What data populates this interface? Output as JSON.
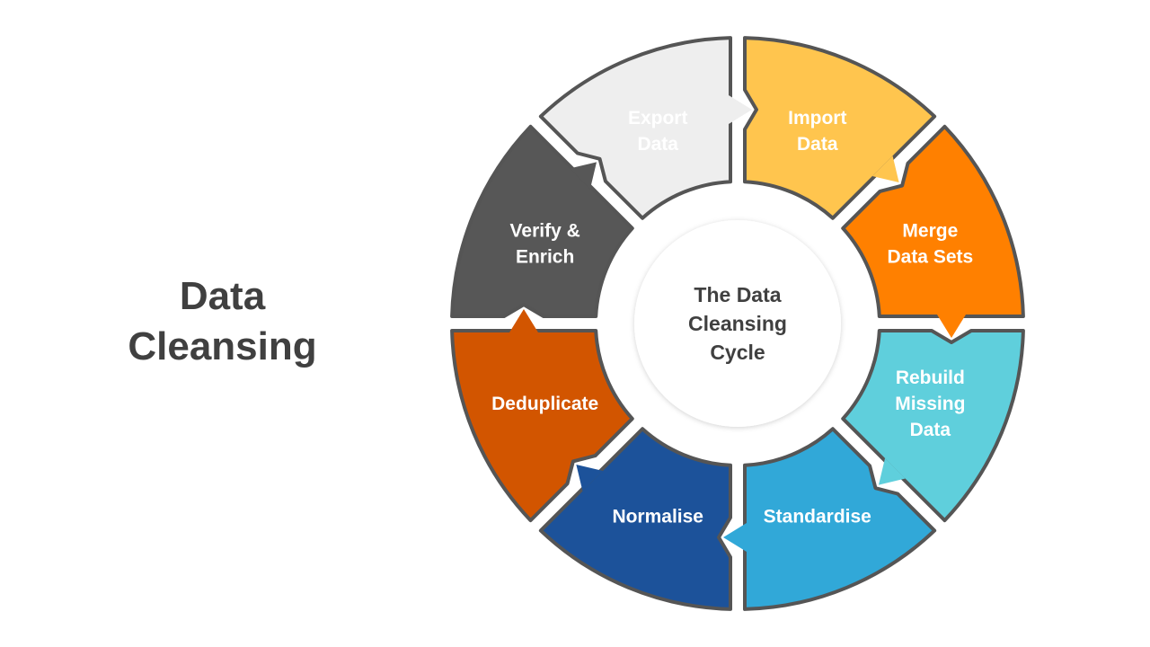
{
  "title": {
    "line1": "Data",
    "line2": "Cleansing"
  },
  "center": {
    "lines": [
      "The Data",
      "Cleansing",
      "Cycle"
    ]
  },
  "steps": [
    {
      "lines": [
        "Import",
        "Data"
      ],
      "fill": "#FFC54E",
      "text_color": "#FFFFFF"
    },
    {
      "lines": [
        "Merge",
        "Data Sets"
      ],
      "fill": "#FF8000",
      "text_color": "#FFFFFF"
    },
    {
      "lines": [
        "Rebuild",
        "Missing",
        "Data"
      ],
      "fill": "#5FCFDC",
      "text_color": "#FFFFFF"
    },
    {
      "lines": [
        "Standardise"
      ],
      "fill": "#31A8D8",
      "text_color": "#FFFFFF"
    },
    {
      "lines": [
        "Normalise"
      ],
      "fill": "#1C529A",
      "text_color": "#FFFFFF"
    },
    {
      "lines": [
        "Deduplicate"
      ],
      "fill": "#D25500",
      "text_color": "#FFFFFF"
    },
    {
      "lines": [
        "Verify &",
        "Enrich"
      ],
      "fill": "#575757",
      "text_color": "#FFFFFF"
    },
    {
      "lines": [
        "Export",
        "Data"
      ],
      "fill": "#EEEEEE",
      "text_color": "#FFFFFF"
    }
  ],
  "colors": {
    "outline": "#555555",
    "center_fill": "#FFFFFF",
    "title": "#404040"
  }
}
